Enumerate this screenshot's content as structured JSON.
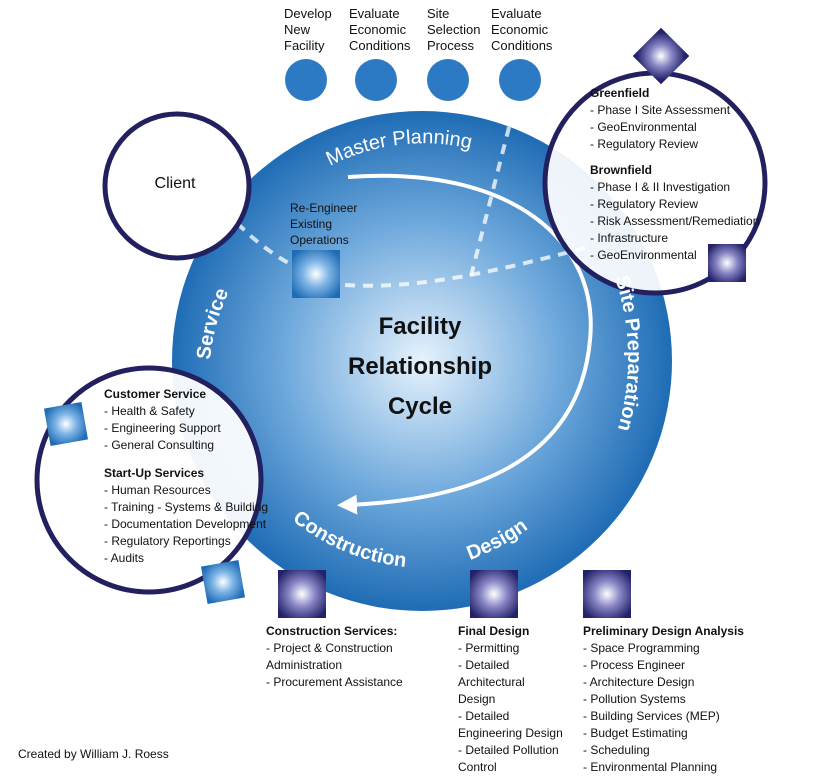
{
  "center_title": [
    "Facility",
    "Relationship",
    "Cycle"
  ],
  "arc_labels": {
    "master_planning": "Master Planning",
    "site_preparation": "Site Preparation",
    "design": "Design",
    "construction": "Construction",
    "service": "Service"
  },
  "client": "Client",
  "reengineer": [
    "Re-Engineer",
    "Existing",
    "Operations"
  ],
  "top_phases": [
    {
      "label": [
        "Develop",
        "New",
        "Facility"
      ]
    },
    {
      "label": [
        "Evaluate",
        "Economic",
        "Conditions"
      ]
    },
    {
      "label": [
        "Site",
        "Selection",
        "Process"
      ]
    },
    {
      "label": [
        "Evaluate",
        "Economic",
        "Conditions"
      ]
    }
  ],
  "site_prep_box": {
    "groups": [
      {
        "title": "Greenfield",
        "items": [
          "- Phase I Site Assessment",
          "- GeoEnvironmental",
          "- Regulatory Review"
        ]
      },
      {
        "title": "Brownfield",
        "items": [
          "- Phase I & II Investigation",
          "- Regulatory Review",
          "- Risk Assessment/Remediation",
          "- Infrastructure",
          "- GeoEnvironmental"
        ]
      }
    ]
  },
  "service_box": {
    "groups": [
      {
        "title": "Customer Service",
        "items": [
          "- Health & Safety",
          "- Engineering Support",
          "- General Consulting"
        ]
      },
      {
        "title": "Start-Up Services",
        "items": [
          "- Human Resources",
          "- Training - Systems & Building",
          "- Documentation Development",
          "- Regulatory Reportings",
          "- Audits"
        ]
      }
    ]
  },
  "construction_services": {
    "title": "Construction Services:",
    "items": [
      "- Project & Construction",
      "Administration",
      "- Procurement Assistance"
    ]
  },
  "final_design": {
    "title": "Final Design",
    "items": [
      "- Permitting",
      "- Detailed",
      "Architectural",
      "Design",
      "- Detailed",
      "Engineering Design",
      "- Detailed Pollution",
      "Control"
    ]
  },
  "preliminary_design": {
    "title": "Preliminary Design Analysis",
    "items": [
      "- Space Programming",
      "- Process Engineer",
      "- Architecture Design",
      "- Pollution Systems",
      "- Building Services (MEP)",
      "- Budget Estimating",
      "- Scheduling",
      "- Environmental Planning"
    ]
  },
  "credit": "Created by William J. Roess",
  "colors": {
    "circle_center": "#dfeefa",
    "circle_edge": "#1f6cb5",
    "dot": "#2c79c4",
    "navy_ring": "#22205e",
    "arrow": "#ffffff"
  }
}
